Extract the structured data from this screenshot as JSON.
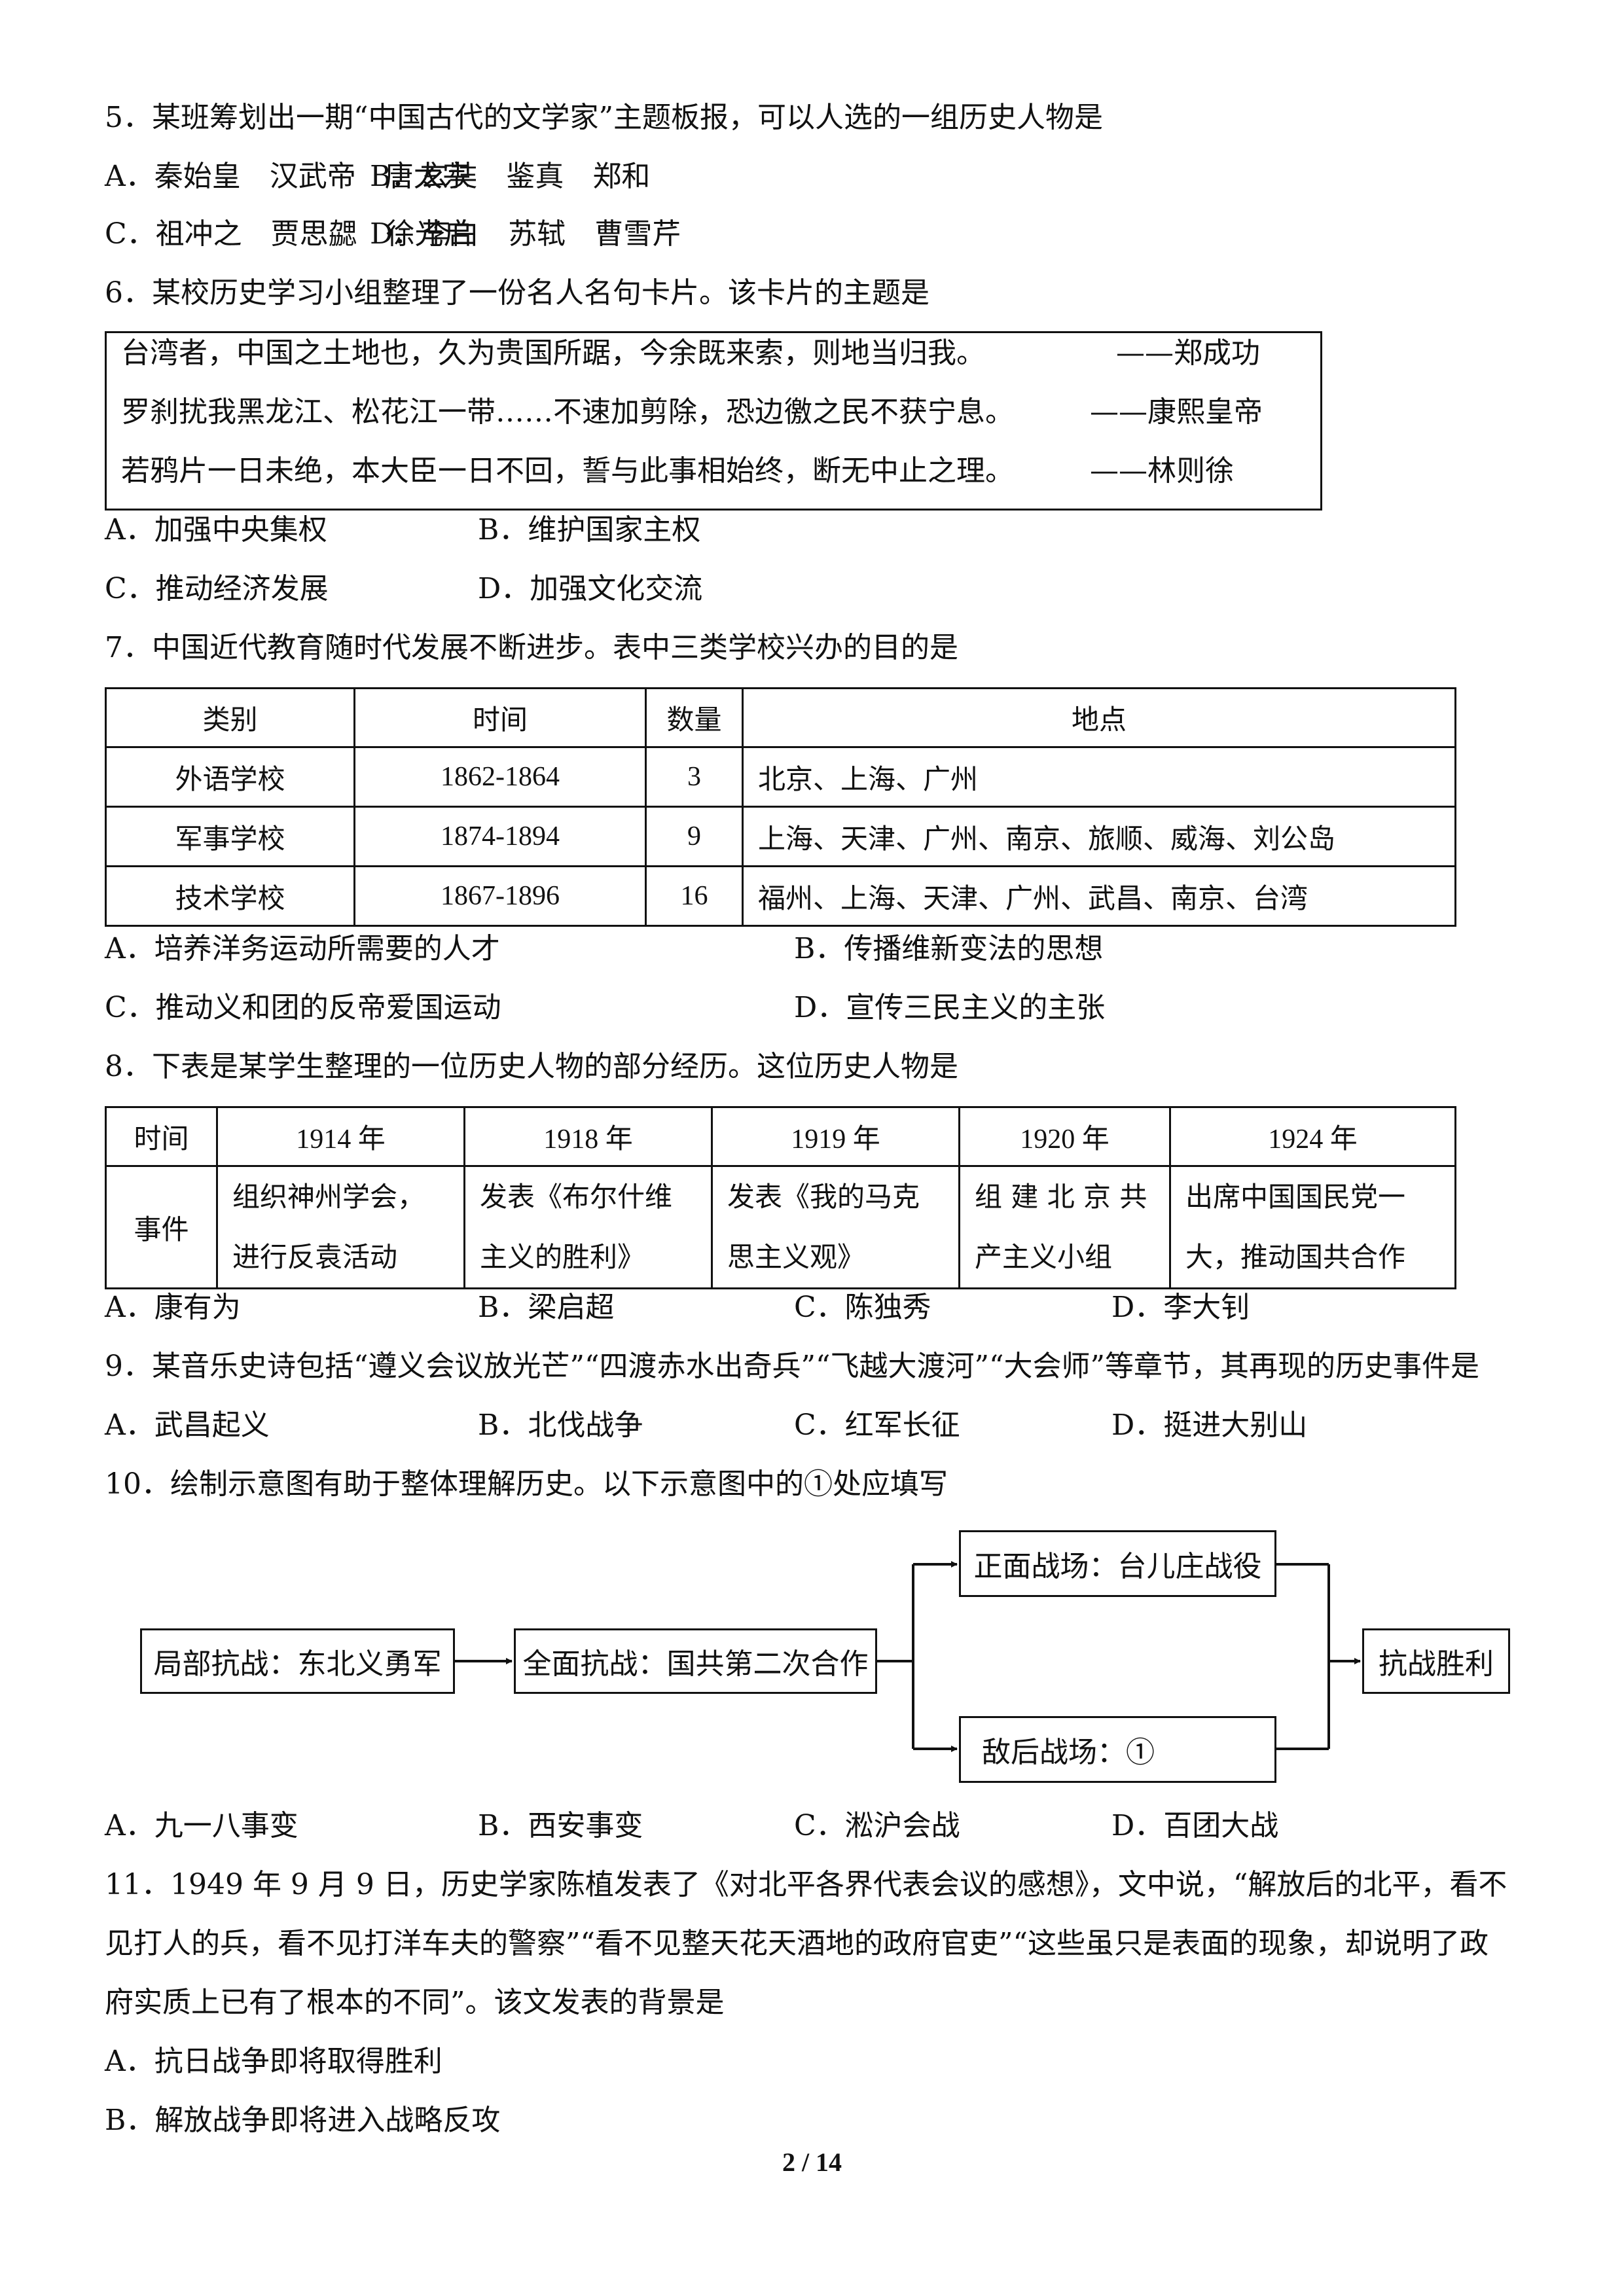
{
  "q5": {
    "stem": "5．某班筹划出一期“中国古代的文学家”主题板报，可以人选的一组历史人物是",
    "A": "A．秦始皇　汉武帝　唐太宗",
    "B": "B．玄奘　鉴真　郑和",
    "C": "C．祖冲之　贾思勰　徐光启",
    "D": "D．李白　苏轼　曹雪芹"
  },
  "q6": {
    "stem": "6．某校历史学习小组整理了一份名人名句卡片。该卡片的主题是",
    "quotes": [
      {
        "text": "台湾者，中国之土地也，久为贵国所踞，今余既来索，则地当归我。",
        "author": "——郑成功"
      },
      {
        "text": "罗刹扰我黑龙江、松花江一带……不速加剪除，恐边徼之民不获宁息。",
        "author": "——康熙皇帝"
      },
      {
        "text": "若鸦片一日未绝，本大臣一日不回，誓与此事相始终，断无中止之理。",
        "author": "——林则徐"
      }
    ],
    "A": "A．加强中央集权",
    "B": "B．维护国家主权",
    "C": "C．推动经济发展",
    "D": "D．加强文化交流"
  },
  "q7": {
    "stem": "7．中国近代教育随时代发展不断进步。表中三类学校兴办的目的是",
    "headers": [
      "类别",
      "时间",
      "数量",
      "地点"
    ],
    "rows": [
      [
        "外语学校",
        "1862-1864",
        "3",
        "北京、上海、广州"
      ],
      [
        "军事学校",
        "1874-1894",
        "9",
        "上海、天津、广州、南京、旅顺、威海、刘公岛"
      ],
      [
        "技术学校",
        "1867-1896",
        "16",
        "福州、上海、天津、广州、武昌、南京、台湾"
      ]
    ],
    "A": "A．培养洋务运动所需要的人才",
    "B": "B．传播维新变法的思想",
    "C": "C．推动义和团的反帝爱国运动",
    "D": "D．宣传三民主义的主张"
  },
  "q8": {
    "stem": "8．下表是某学生整理的一位历史人物的部分经历。这位历史人物是",
    "row_label_time": "时间",
    "row_label_event": "事件",
    "years": [
      "1914 年",
      "1918 年",
      "1919 年",
      "1920 年",
      "1924 年"
    ],
    "events": [
      [
        "组织神州学会，",
        "进行反袁活动"
      ],
      [
        "发表《布尔什维",
        "主义的胜利》"
      ],
      [
        "发表《我的马克",
        "思主义观》"
      ],
      [
        "组 建 北 京 共",
        "产主义小组"
      ],
      [
        "出席中国国民党一",
        "大，推动国共合作"
      ]
    ],
    "A": "A．康有为",
    "B": "B．梁启超",
    "C": "C．陈独秀",
    "D": "D．李大钊"
  },
  "q9": {
    "stem": "9．某音乐史诗包括“遵义会议放光芒”“四渡赤水出奇兵”“飞越大渡河”“大会师”等章节，其再现的历史事件是",
    "A": "A．武昌起义",
    "B": "B．北伐战争",
    "C": "C．红军长征",
    "D": "D．挺进大别山"
  },
  "q10": {
    "stem": "10．绘制示意图有助于整体理解历史。以下示意图中的①处应填写",
    "diagram": {
      "local": "局部抗战：东北义勇军",
      "full": "全面抗战：国共第二次合作",
      "front": "正面战场：台儿庄战役",
      "rear": "敌后战场：①",
      "victory": "抗战胜利"
    },
    "A": "A．九一八事变",
    "B": "B．西安事变",
    "C": "C．淞沪会战",
    "D": "D．百团大战"
  },
  "q11": {
    "stem_line1": "11．1949 年 9 月 9 日，历史学家陈植发表了《对北平各界代表会议的感想》，文中说，“解放后的北平，看不",
    "stem_line2": "见打人的兵，看不见打洋车夫的警察”“看不见整天花天酒地的政府官吏”“这些虽只是表面的现象，却说明了政",
    "stem_line3": "府实质上已有了根本的不同”。该文发表的背景是",
    "A": "A．抗日战争即将取得胜利",
    "B": "B．解放战争即将进入战略反攻"
  },
  "page_number": "2 / 14"
}
